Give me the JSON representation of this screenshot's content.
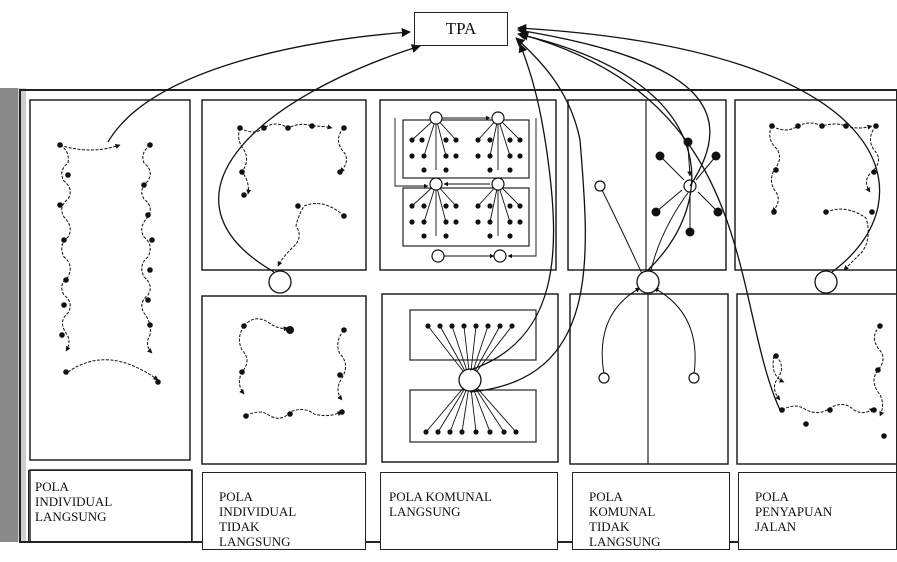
{
  "tpa": {
    "label": "TPA"
  },
  "patterns": [
    {
      "id": "individual-langsung",
      "label": "POLA INDIVIDUAL LANGSUNG",
      "lines": [
        "POLA",
        "INDIVIDUAL",
        "LANGSUNG"
      ]
    },
    {
      "id": "individual-tidak-langsung",
      "label": "POLA INDIVIDUAL TIDAK LANGSUNG",
      "lines": [
        "POLA",
        "INDIVIDUAL",
        "TIDAK",
        "LANGSUNG"
      ]
    },
    {
      "id": "komunal-langsung",
      "label": "POLA KOMUNAL LANGSUNG",
      "lines": [
        "POLA KOMUNAL",
        "LANGSUNG"
      ]
    },
    {
      "id": "komunal-tidak-langsung",
      "label": "POLA KOMUNAL TIDAK LANGSUNG",
      "lines": [
        "POLA",
        "KOMUNAL",
        "TIDAK",
        "LANGSUNG"
      ]
    },
    {
      "id": "penyapuan-jalan",
      "label": "POLA PENYAPUAN JALAN",
      "lines": [
        "POLA",
        "PENYAPUAN",
        "JALAN"
      ]
    }
  ],
  "colors": {
    "ink": "#111111",
    "paper": "#ffffff"
  }
}
